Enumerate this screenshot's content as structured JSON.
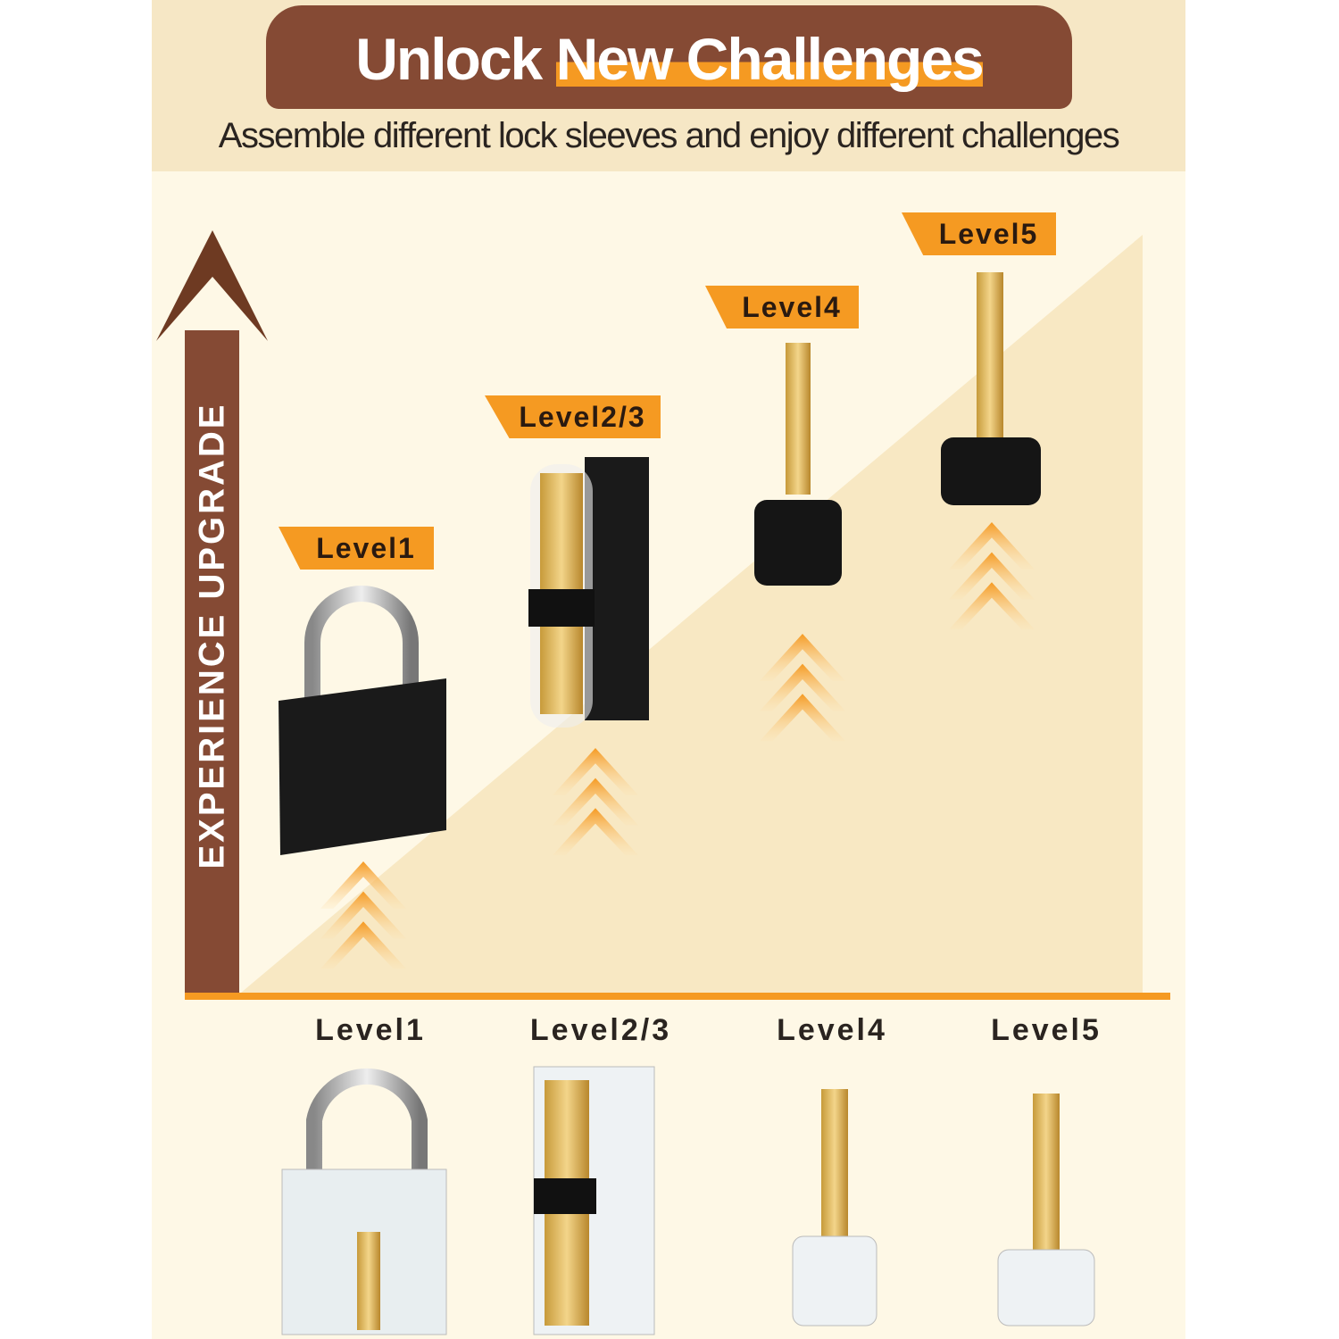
{
  "header": {
    "title_part1": "Unlock ",
    "title_part2": "New Challenges",
    "subtitle": "Assemble different lock sleeves and enjoy different challenges"
  },
  "axis": {
    "label": "EXPERIENCE UPGRADE"
  },
  "levels": [
    {
      "tag": "Level1",
      "label": "Level1"
    },
    {
      "tag": "Level2/3",
      "label": "Level2/3"
    },
    {
      "tag": "Level4",
      "label": "Level4"
    },
    {
      "tag": "Level5",
      "label": "Level5"
    }
  ],
  "colors": {
    "brown": "#854a34",
    "orange": "#f59a22",
    "cream": "#f6e7c5"
  }
}
